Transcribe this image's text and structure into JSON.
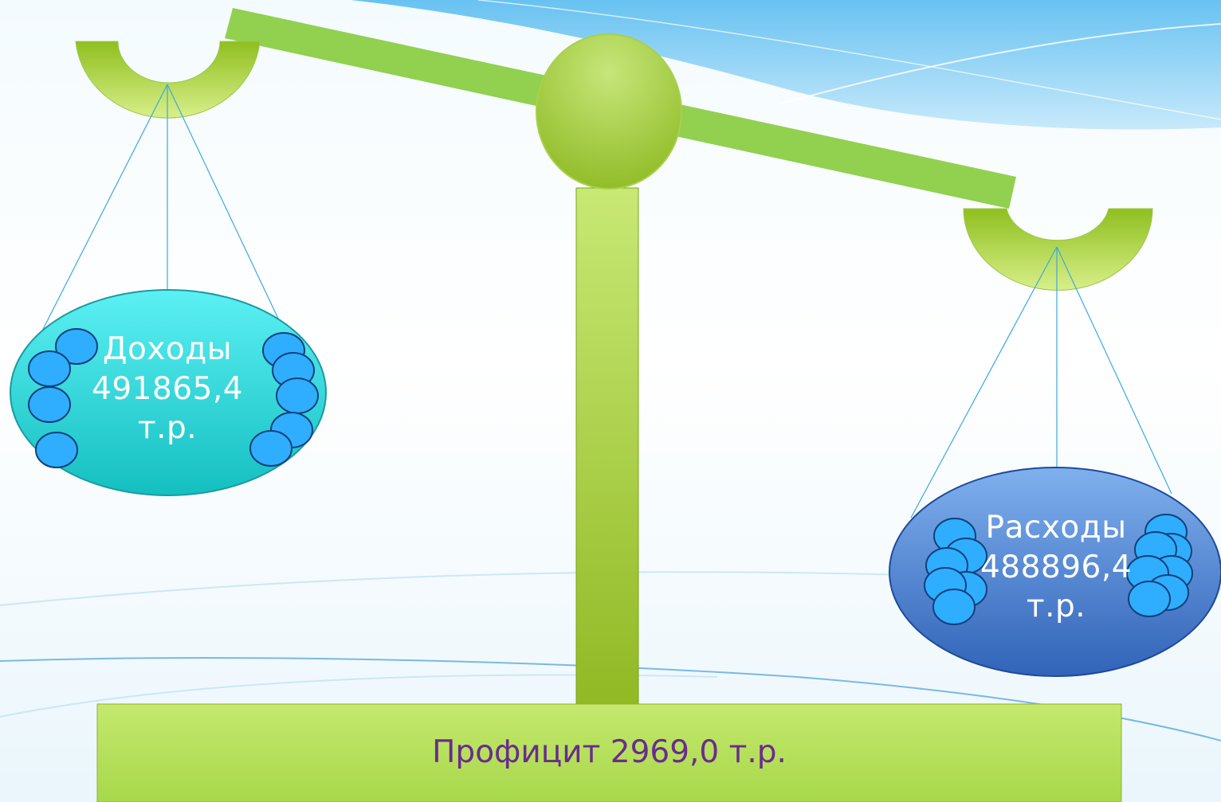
{
  "income": {
    "title": "Доходы",
    "amount": "491865,4",
    "unit": "т.р."
  },
  "expense": {
    "title": "Расходы",
    "amount": "488896,4",
    "unit": "т.р."
  },
  "profit": {
    "text": "Профицит 2969,0 т.р."
  },
  "colors": {
    "beam_green": "#92d050",
    "pan_green": "#8fbf2a",
    "string_blue": "#3aa9e0",
    "income_bubble": "#2fd6d6",
    "expense_bubble": "#4d7fd0",
    "coin_blue": "#2faeff",
    "profit_text": "#6a2c8c"
  }
}
